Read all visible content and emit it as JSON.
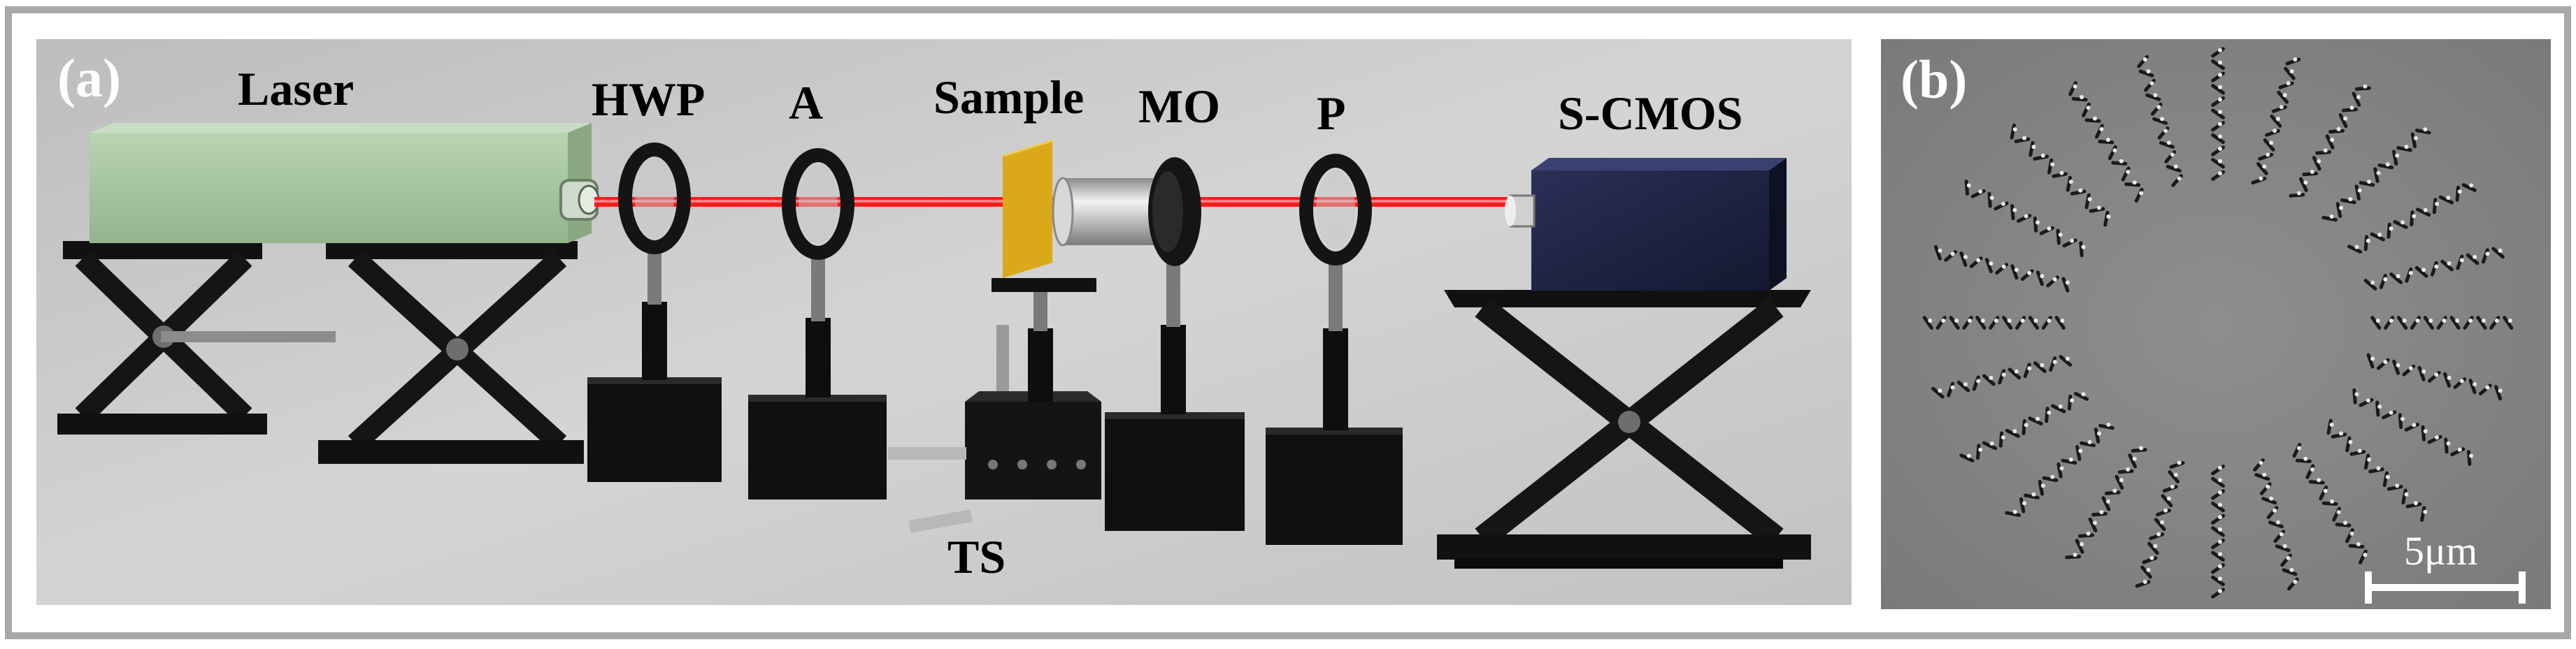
{
  "figure": {
    "panel_a": {
      "label": "(a)",
      "components": {
        "laser": "Laser",
        "hwp": "HWP",
        "analyzer": "A",
        "sample": "Sample",
        "objective": "MO",
        "polarizer": "P",
        "camera": "S-CMOS",
        "stage": "TS"
      }
    },
    "panel_b": {
      "label": "(b)",
      "scale_bar": "5μm"
    }
  },
  "colors": {
    "beam": "#ff1a1a",
    "laser_body": "#a9c7a3",
    "sample_plate": "#d9a91a",
    "camera_body": "#1b2040",
    "stand": "#111111",
    "sem_background": "#868686"
  }
}
